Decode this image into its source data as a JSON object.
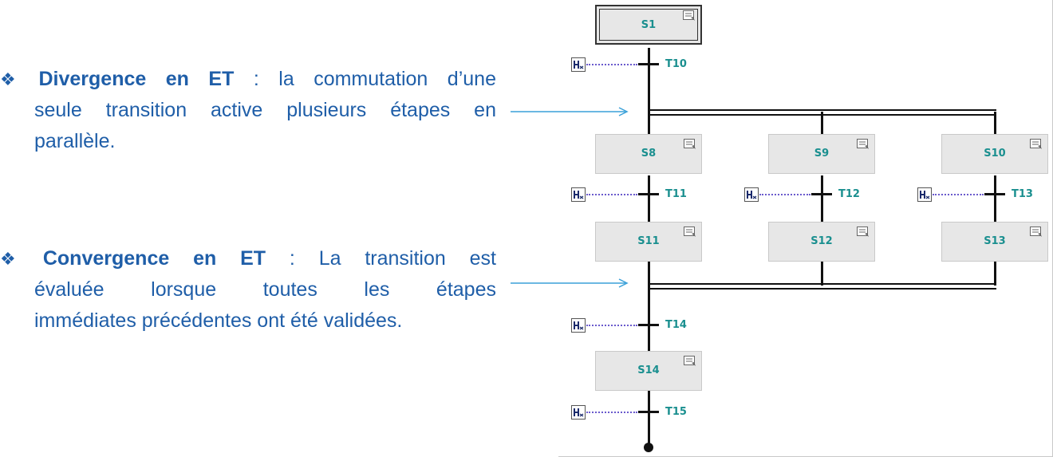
{
  "bullets": {
    "divergence": {
      "term": "Divergence en ET",
      "line1_rest": " : la commutation d’une",
      "line2": "seule transition active plusieurs étapes en",
      "line3": "parallèle."
    },
    "convergence": {
      "term": "Convergence en ET",
      "line1_rest": " : La transition est",
      "line2": "évaluée lorsque toutes les étapes",
      "line3": "immédiates précédentes ont été validées."
    }
  },
  "grafcet": {
    "steps": {
      "s1": "S1",
      "s8": "S8",
      "s9": "S9",
      "s10": "S10",
      "s11": "S11",
      "s12": "S12",
      "s13": "S13",
      "s14": "S14"
    },
    "transitions": {
      "t10": "T10",
      "t11": "T11",
      "t12": "T12",
      "t13": "T13",
      "t14": "T14",
      "t15": "T15"
    }
  },
  "colors": {
    "text_blue": "#1f5ea8",
    "arrow_blue": "#3aa0d8",
    "step_label": "#1a8f8f",
    "dotted_link": "#6a5acd"
  }
}
